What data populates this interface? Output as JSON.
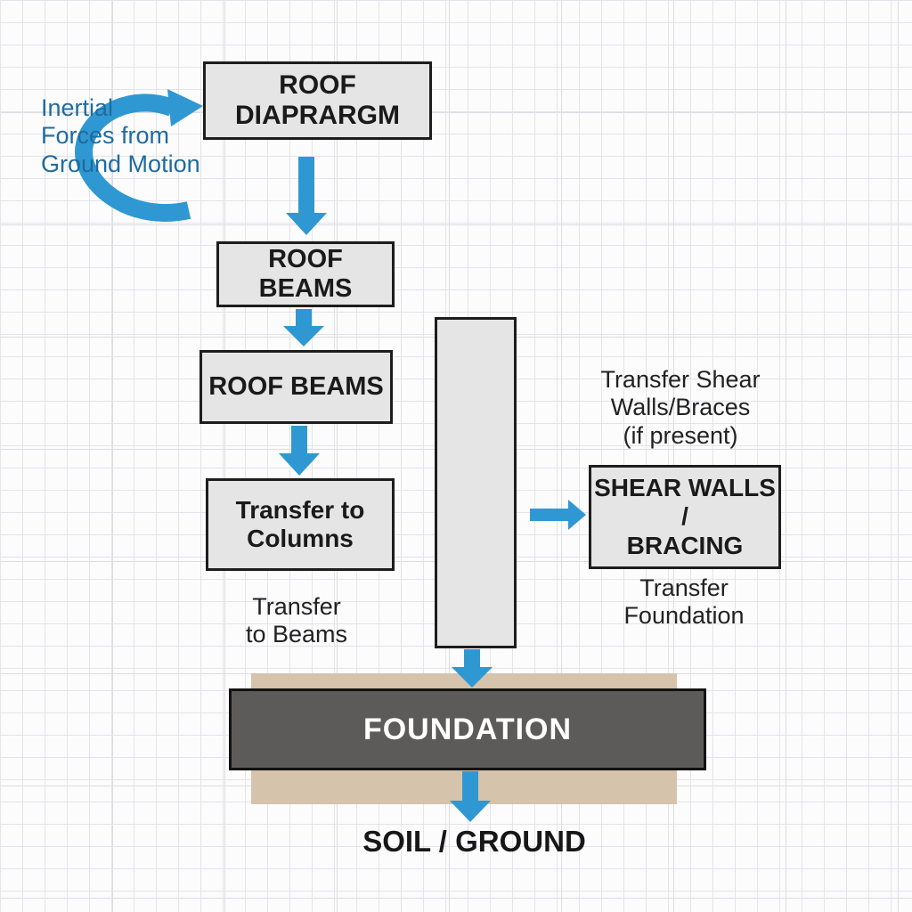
{
  "flowchart": {
    "inertial_annotation": "Inertial\nForces from\nGround Motion",
    "nodes": {
      "roof_diaphragm": "ROOF DIAPRARGM",
      "roof_beams_upper": "ROOF BEAMS",
      "roof_beams_lower": "ROOF BEAMS",
      "transfer_to_columns": "Transfer to\nColumns",
      "shear_walls_bracing": "SHEAR WALLS /\nBRACING",
      "foundation": "FOUNDATION"
    },
    "annotations": {
      "transfer_to_beams": "Transfer\nto Beams",
      "transfer_shear_walls": "Transfer Shear\nWalls/Braces\n(if present)",
      "transfer_foundation": "Transfer\nFoundation",
      "soil_ground": "SOIL / GROUND"
    },
    "colors": {
      "arrow": "#2F98D2",
      "annotation_text": "#1F6B9F",
      "node_fill": "#E5E5E5",
      "node_border": "#1D1D1D",
      "foundation_fill": "#5C5B59",
      "foundation_text": "#FFFFFF",
      "soil_band": "#D5C3AC",
      "grid_line": "#E4E4EA",
      "background": "#FCFCFC"
    }
  }
}
